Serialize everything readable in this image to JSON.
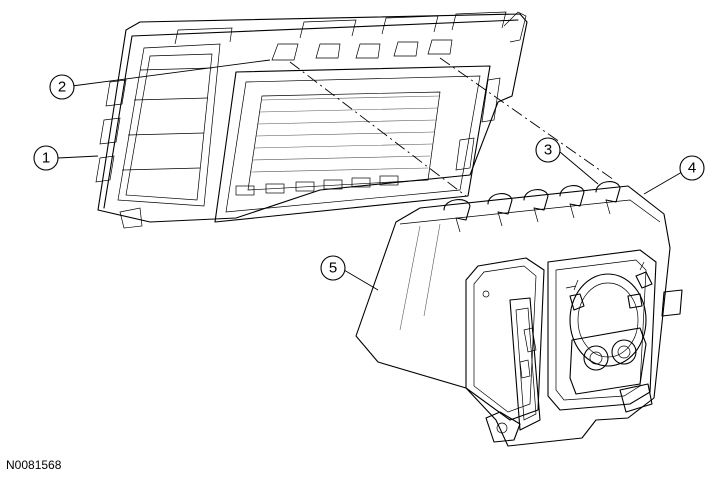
{
  "callouts": [
    {
      "label": "1"
    },
    {
      "label": "2"
    },
    {
      "label": "3"
    },
    {
      "label": "4"
    },
    {
      "label": "5"
    }
  ],
  "reference_code": "N0081568"
}
